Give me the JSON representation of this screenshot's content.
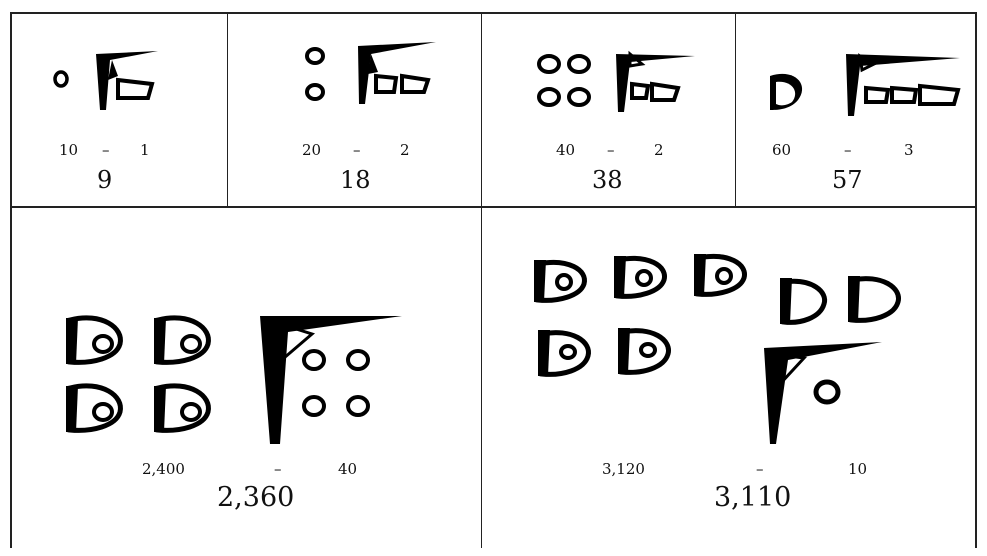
{
  "operator": "–",
  "panels": [
    {
      "minuend": "10",
      "subtrahend": "1",
      "result": "9"
    },
    {
      "minuend": "20",
      "subtrahend": "2",
      "result": "18"
    },
    {
      "minuend": "40",
      "subtrahend": "2",
      "result": "38"
    },
    {
      "minuend": "60",
      "subtrahend": "3",
      "result": "57"
    },
    {
      "minuend": "2,400",
      "subtrahend": "40",
      "result": "2,360"
    },
    {
      "minuend": "3,120",
      "subtrahend": "10",
      "result": "3,110"
    }
  ]
}
